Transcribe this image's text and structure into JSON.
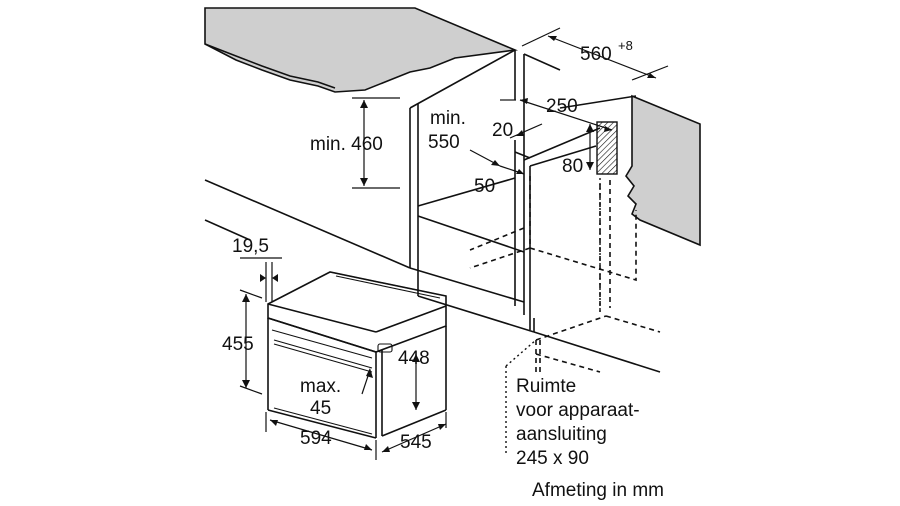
{
  "dimensions": {
    "niche_depth_label": "560",
    "niche_depth_tolerance": "+8",
    "niche_min_height": "min. 460",
    "niche_min_width_line1": "min.",
    "niche_min_width_line2": "550",
    "rear_opening": "250",
    "side_gap": "20",
    "rear_cutout_height": "80",
    "front_offset": "50",
    "front_frame_depth": "19,5",
    "appliance_height": "455",
    "body_height": "448",
    "door_max_line1": "max.",
    "door_max_line2": "45",
    "appliance_width": "594",
    "appliance_depth": "545"
  },
  "connection_note": {
    "line1": "Ruimte",
    "line2": "voor apparaat-",
    "line3": "aansluiting",
    "line4": "245 x 90"
  },
  "footer": {
    "unit_note": "Afmeting in mm"
  }
}
